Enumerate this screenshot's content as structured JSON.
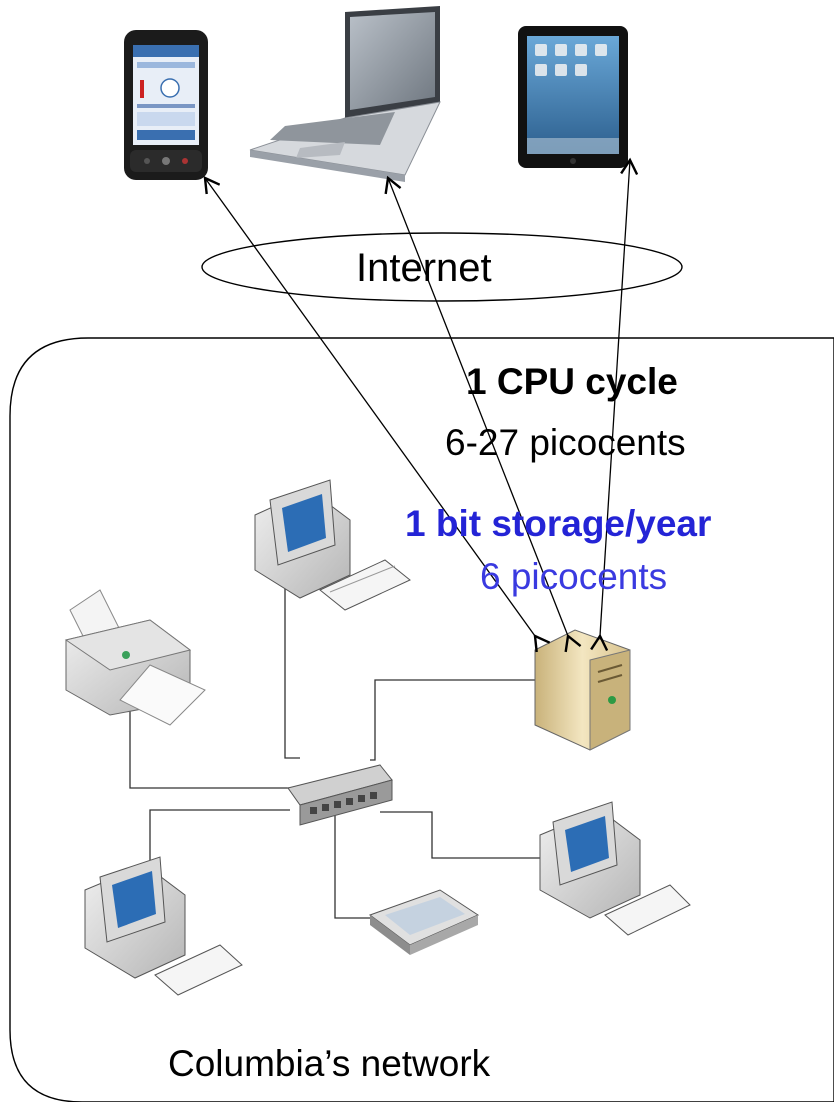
{
  "labels": {
    "internet": "Internet",
    "cpu_title": "1 CPU cycle",
    "cpu_cost": "6-27 picocents",
    "storage_title": "1 bit storage/year",
    "storage_cost": "6 picocents",
    "network": "Columbia’s network"
  },
  "colors": {
    "storage_title": "#2424d6",
    "storage_cost": "#3a3ae0",
    "text": "#000000",
    "server_body": "#e9d7a4"
  }
}
